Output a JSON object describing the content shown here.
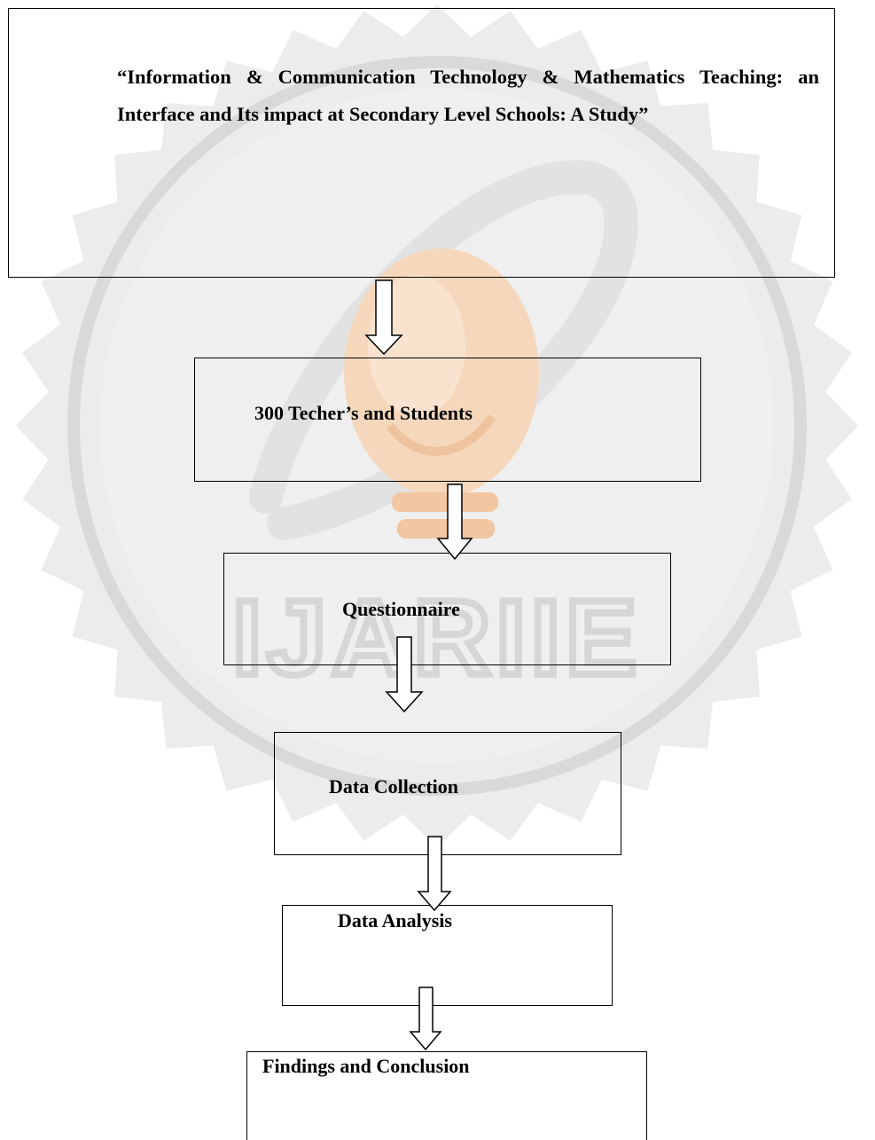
{
  "diagram": {
    "title_box": {
      "text": "“Information & Communication Technology & Mathematics Teaching: an Interface and Its impact at Secondary Level Schools: A Study”"
    },
    "steps": [
      "300 Techer’s and Students",
      "Questionnaire",
      "Data Collection",
      "Data Analysis",
      "Findings and Conclusion"
    ]
  },
  "watermark": {
    "text": "IJARIIE",
    "colors": {
      "seal": "#ececec",
      "ring": "#dcdcdc",
      "bulb": "#f6d3b5",
      "accent": "#f1c39b"
    }
  },
  "style": {
    "line_color": "#000000",
    "background": "#ffffff"
  }
}
